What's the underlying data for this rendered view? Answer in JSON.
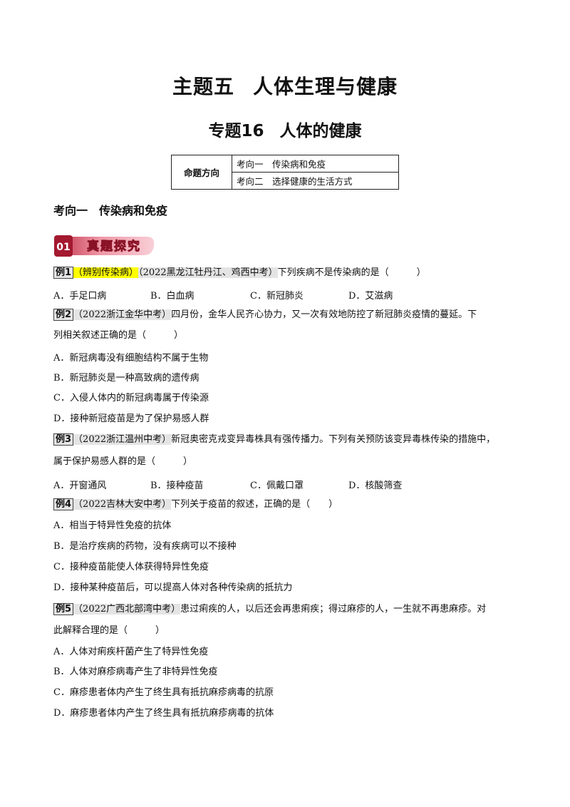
{
  "header": {
    "title_part1": "主题五",
    "title_part2": "人体生理与健康",
    "subtitle_part1": "专题16",
    "subtitle_part2": "人体的健康"
  },
  "direction_table": {
    "label": "命题方向",
    "rows": [
      "考向一　传染病和免疫",
      "考向二　选择健康的生活方式"
    ]
  },
  "section": {
    "part1": "考向一",
    "part2": "传染病和免疫"
  },
  "banner": {
    "number": "01",
    "text": "真题探究"
  },
  "examples": [
    {
      "tag": "例1",
      "highlight": "（辨别传染病）",
      "source": "（2022黑龙江牡丹江、鸡西中考）",
      "stem1": "下列疾病不是传染病的是（　　　）",
      "stem2": "",
      "options": [
        "A．手足口病",
        "B．白血病",
        "C．新冠肺炎",
        "D．艾滋病"
      ]
    },
    {
      "tag": "例2",
      "highlight": "",
      "source": "（2022浙江金华中考）",
      "stem1": "四月份，金华人民齐心协力，又一次有效地防控了新冠肺炎疫情的蔓延。下",
      "stem2": "列相关叙述正确的是（　　　）",
      "options": [
        "A．新冠病毒没有细胞结构不属于生物",
        "B．新冠肺炎是一种高致病的遗传病",
        "C．入侵人体内的新冠病毒属于传染源",
        "D．接种新冠疫苗是为了保护易感人群"
      ]
    },
    {
      "tag": "例3",
      "highlight": "",
      "source": "（2022浙江温州中考）",
      "stem1": "新冠奥密克戎变异毒株具有强传播力。下列有关预防该变异毒株传染的措施中，",
      "stem2": "属于保护易感人群的是（　　　）",
      "options": [
        "A．开窗通风",
        "B．接种疫苗",
        "C．佩戴口罩",
        "D．核酸筛查"
      ]
    },
    {
      "tag": "例4",
      "highlight": "",
      "source": "（2022吉林大安中考）",
      "stem1": "下列关于疫苗的叙述，正确的是（　　）",
      "stem2": "",
      "options": [
        "A．相当于特异性免疫的抗体",
        "B．是治疗疾病的药物，没有疾病可以不接种",
        "C．接种疫苗能使人体获得特异性免疫",
        "D．接种某种疫苗后，可以提高人体对各种传染病的抵抗力"
      ]
    },
    {
      "tag": "例5",
      "highlight": "",
      "source": "（2022广西北部湾中考）",
      "stem1": "患过痢疾的人，以后还会再患痢疾；得过麻疹的人，一生就不再患麻疹。对",
      "stem2": "此解释合理的是（　　　）",
      "options": [
        "A．人体对痢疾杆菌产生了特异性免疫",
        "B．人体对麻疹病毒产生了非特异性免疫",
        "C．麻疹患者体内产生了终生具有抵抗麻疹病毒的抗原",
        "D．麻疹患者体内产生了终生具有抵抗麻疹病毒的抗体"
      ]
    }
  ]
}
